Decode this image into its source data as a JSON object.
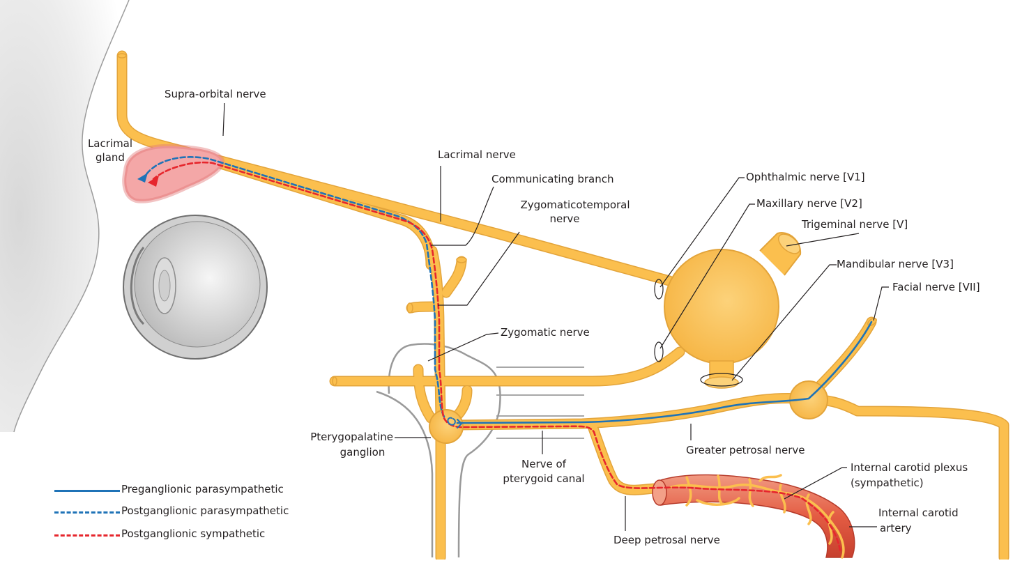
{
  "colors": {
    "nerve": "#fbbf4e",
    "nerve_outline": "#e3a43a",
    "preganglionic_parasympathetic": "#1f73b7",
    "postganglionic_parasympathetic": "#1f73b7",
    "postganglionic_sympathetic": "#e6262d",
    "artery": "#e8614a",
    "gland": "#f4a7a7",
    "head_shading": "#e4e4e4"
  },
  "labels": {
    "supra_orbital_nerve": "Supra-orbital nerve",
    "lacrimal_gland_line1": "Lacrimal",
    "lacrimal_gland_line2": "gland",
    "lacrimal_nerve": "Lacrimal nerve",
    "communicating_branch": "Communicating branch",
    "zygomaticotemporal_line1": "Zygomaticotemporal",
    "zygomaticotemporal_line2": "nerve",
    "ophthalmic_nerve": "Ophthalmic nerve [V1]",
    "maxillary_nerve": "Maxillary nerve [V2]",
    "trigeminal_nerve": "Trigeminal nerve [V]",
    "mandibular_nerve": "Mandibular nerve [V3]",
    "facial_nerve": "Facial nerve [VII]",
    "zygomatic_nerve": "Zygomatic nerve",
    "pterygopalatine_line1": "Pterygopalatine",
    "pterygopalatine_line2": "ganglion",
    "nerve_of_pterygoid_canal_line1": "Nerve of",
    "nerve_of_pterygoid_canal_line2": "pterygoid canal",
    "greater_petrosal_nerve": "Greater petrosal nerve",
    "internal_carotid_plexus_line1": "Internal carotid plexus",
    "internal_carotid_plexus_line2": "(sympathetic)",
    "internal_carotid_artery_line1": "Internal carotid",
    "internal_carotid_artery_line2": "artery",
    "deep_petrosal_nerve": "Deep petrosal nerve"
  },
  "legend": [
    {
      "label": "Preganglionic parasympathetic",
      "style": "solid",
      "color": "#1f73b7"
    },
    {
      "label": "Postganglionic parasympathetic",
      "style": "dashed",
      "color": "#1f73b7"
    },
    {
      "label": "Postganglionic sympathetic",
      "style": "dashed",
      "color": "#e6262d"
    }
  ]
}
